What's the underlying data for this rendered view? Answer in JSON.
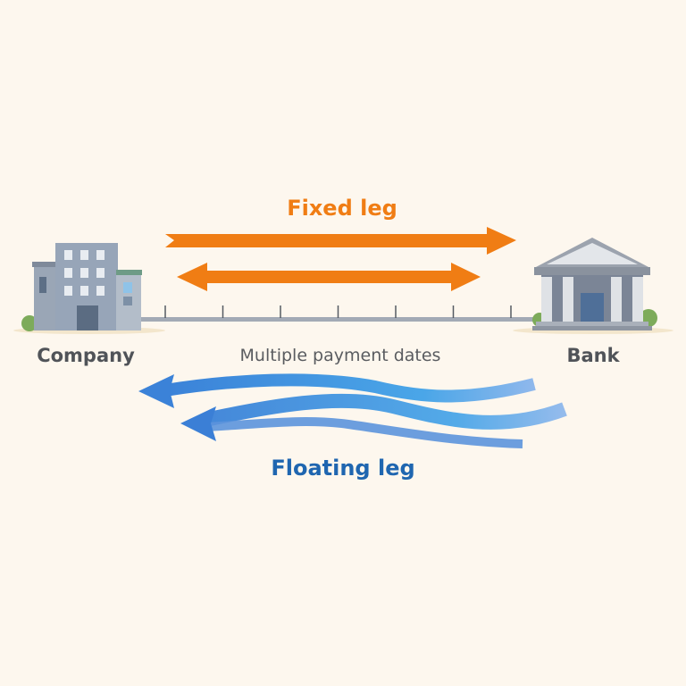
{
  "labels": {
    "fixed_leg": "Fixed leg",
    "floating_leg": "Floating leg",
    "company": "Company",
    "bank": "Bank",
    "timeline": "Multiple payment dates"
  },
  "colors": {
    "fixed": "#f07d14",
    "floating_text": "#1f66b0",
    "floating_arrow": "#3f8fe0",
    "timeline": "#9aa3b0",
    "background": "#fdf7ee"
  },
  "icons": {
    "company": "office-building-icon",
    "bank": "bank-building-icon"
  },
  "payment_dates_count": 7
}
